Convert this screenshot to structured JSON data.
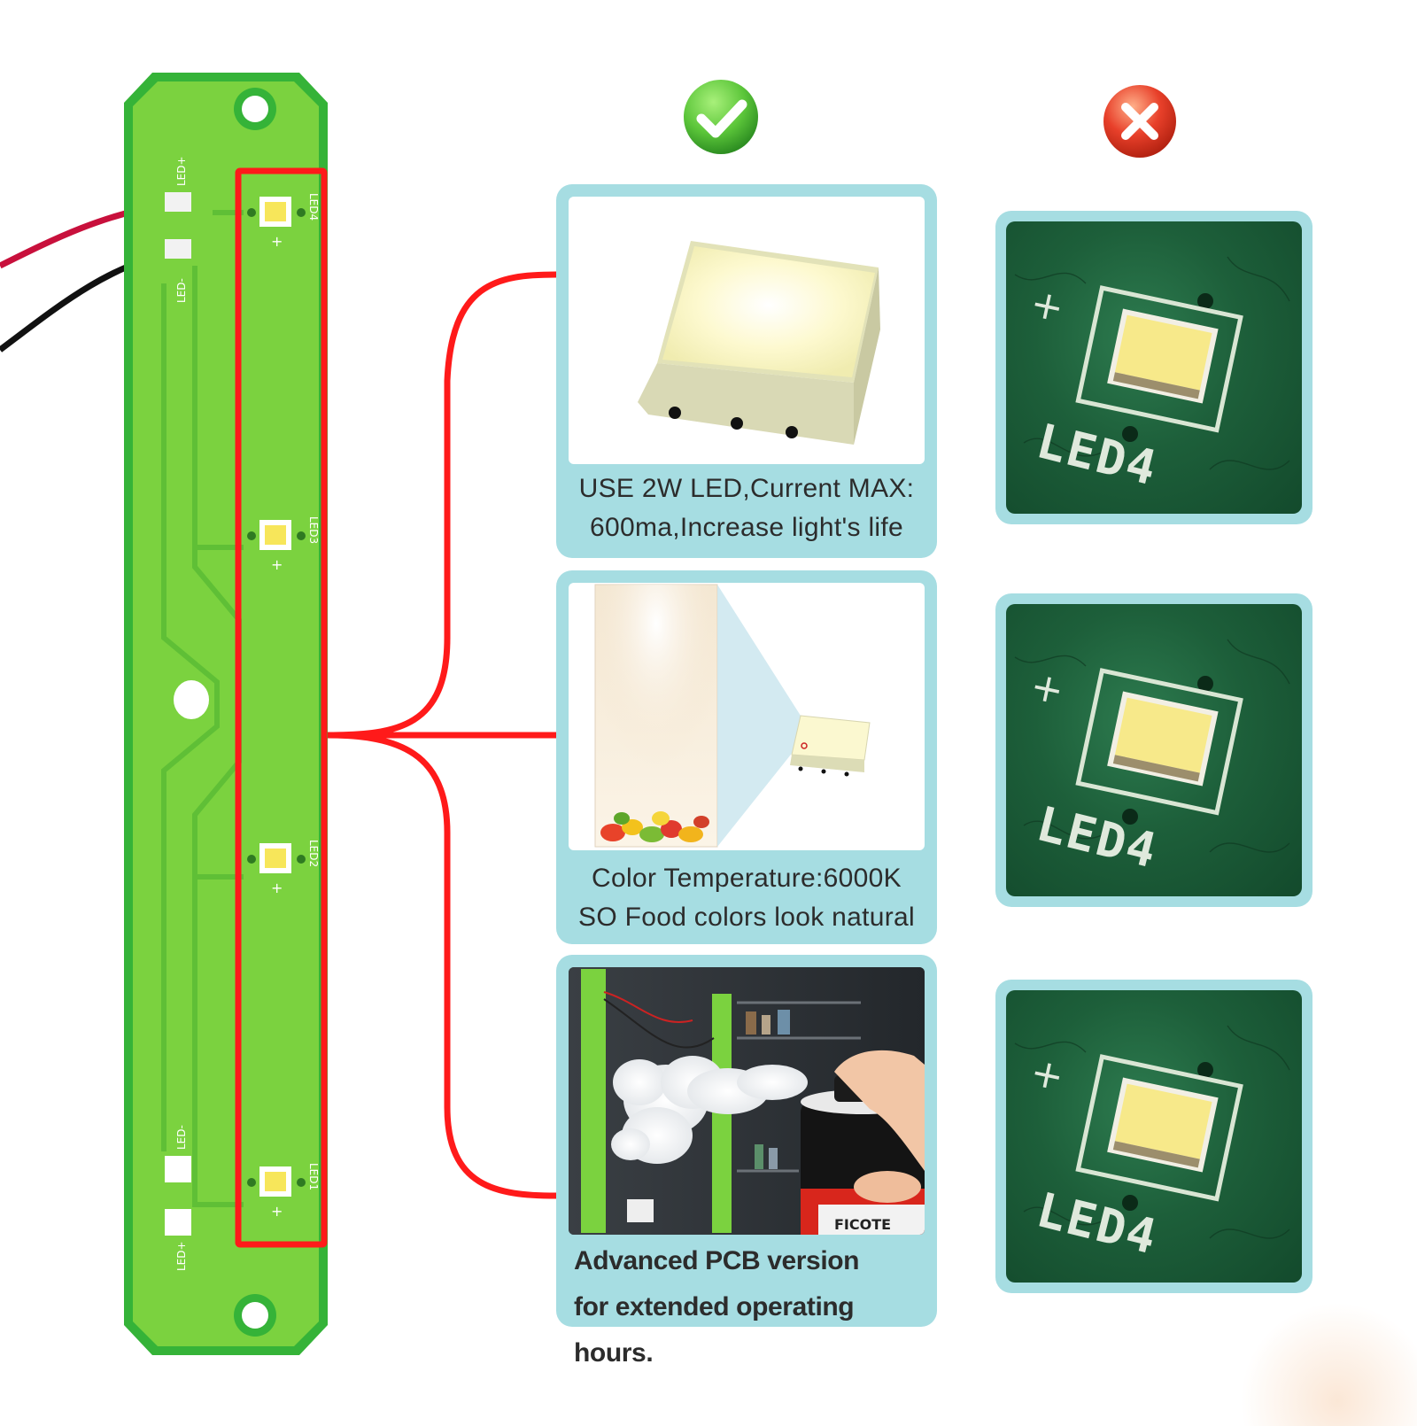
{
  "pcb": {
    "pad_top_pos": "LED+",
    "pad_top_neg": "LED-",
    "pad_bottom_neg": "LED-",
    "pad_bottom_pos": "LED+",
    "leds": [
      {
        "ref": "LED4",
        "mark": "+"
      },
      {
        "ref": "LED3",
        "mark": "+"
      },
      {
        "ref": "LED2",
        "mark": "+"
      },
      {
        "ref": "LED1",
        "mark": "+"
      }
    ],
    "board_color": "#7bd23f",
    "highlight_color": "#ff1a1a"
  },
  "indicators": {
    "good_icon": "check-icon",
    "bad_icon": "cross-icon",
    "good_color": "#5cc63a",
    "bad_color": "#e8402a"
  },
  "features": [
    {
      "line1": "USE 2W LED,Current MAX:",
      "line2": "600ma,Increase light's life"
    },
    {
      "line1": "Color Temperature:6000K",
      "line2": "SO Food colors look natural"
    },
    {
      "line1": "Advanced PCB version",
      "line2": "for extended operating hours.",
      "can_label": "FICOTE"
    }
  ],
  "comparison": {
    "items": [
      {
        "silk_label": "LED4",
        "mark": "+"
      },
      {
        "silk_label": "LED4",
        "mark": "+"
      },
      {
        "silk_label": "LED4",
        "mark": "+"
      }
    ]
  }
}
